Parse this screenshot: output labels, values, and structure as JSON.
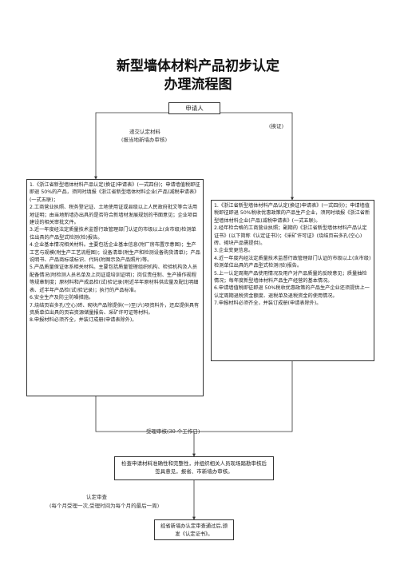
{
  "title_line1": "新型墙体材料产品初步认定",
  "title_line2": "办理流程图",
  "applicant": "申请人",
  "label_submit": "递交认定材料",
  "label_submit_sub": "(报当地新墙办审核)",
  "label_renewal": "(换证)",
  "left_box_text": "1.《浙江省新型墙体材料产品认定(换证)申请表》(一式四份)；申请墙值税即征即退 50%的产品，须同时填报《浙江省新型墙体材料企业(产品)减税申请表》(一式五联)；\n2.工商营业执照、税务登记证、土地使用证或县级以上人民政府批文等合法用地证明；由当地新墙办出具的是否符合新墙材发展规划的书面意见；企业项目建设的相关审批文件。\n3.近一年度经法定质量技术监督行政管理部门认证的市级以上(含市级)检测单位出具的产品型式检测(检)报告。\n4.企业基本情况相关材料。主要包括企业基本信息(附厂房布置示意图)；生产工艺与规模(附生产工艺流程图)；设备清单(附生产和检测设备购货清单)；产品说明书、产品商标或标识、代码(附图示及产品照片)等。\n5.产品质量保证体系相关材料。主要包括质量管理组织机构、检验机构及人员配备情况(附检测人员名单及上岗证或培训证明)；岗位责任制、生产操作规程等规章制度；原材料和产成品检(试)验记录(附近半年原材料供应量及配比明细表、近半年产品检(试)验记录)；执行的产品标准。\n6.安全生产及防尘防噪措施。\n7.烧结页岩多孔(空心)砖、砌块产品除提供(一)至(六)项资料外，还应提供具有资质单位出具的页岩资源储量报告、采矿许可证等材料。\n8.申报材料必须齐全，并装订成册(申请表除外)。",
  "right_box_text": "1.《浙江省新型墙体材料产品认定(换证)申请表》(一式四份)；申请墙值税即征即退 50%税收优惠政策的产品生产企业，须同时填报《浙江省新型墙体材料企业(产品)减税申请表》(一式五联)。\n2.经年检合格的工商营业执照；副期的《浙江省新型墙体材料产品认定证书》(以下简称《认定证书》)；《采矿许可证》(烧结页岩多孔(空心)砖、砌块产品需提供)。\n3.企业变更信息。\n4.近一年度内经法定质量技术监督行政管理部门认证的市级以上(含市级)检测单位出具的产品型式检测(验)报告。\n5.上一认定周期产品使用情况及用户对产品质量的反映意见；质量抽检情况；每年度新型墙体材料产品生产经营的基本情况。\n6.申请墙值税即征即退 50%税收优惠政策的产品生产企业还须提供上一认定周期退税资金额度、退税单及退税资金的使用情况。\n7.申报材料必须齐全，并装订成册(申请表除外)。",
  "label_review": "受理审核(30 个工作日)",
  "review_box_text": "检查申请材料准确性和完整性，并组织相关人员现场踏勘审核后签具意见，报省、市新墙办审核。",
  "label_confirm": "认定审查",
  "label_confirm_sub": "(每个月受理一次,受理时间为每个月的最后一周)",
  "final_box_text": "经省新墙办认定审查通过后,颁发《认定证书》。"
}
